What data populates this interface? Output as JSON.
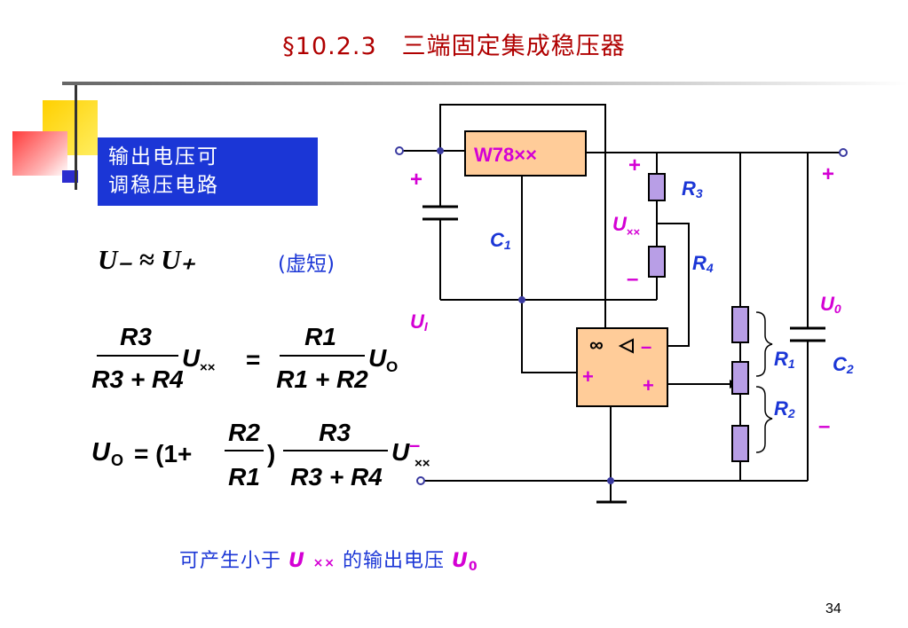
{
  "title": "§10.2.3　三端固定集成稳压器",
  "section_box": {
    "line1": "输出电压可",
    "line2": "调稳压电路"
  },
  "equation1": {
    "text": "U₋ ≈ U₊",
    "note": "(虚短)"
  },
  "equation2": {
    "lhs_num": "R3",
    "lhs_den": "R3 + R4",
    "lhs_sym": "U",
    "lhs_sub": "××",
    "rhs_num": "R1",
    "rhs_den": "R1 + R2",
    "rhs_sym": "U",
    "rhs_sub": "O"
  },
  "equation3": {
    "lhs": "U",
    "lhs_sub": "O",
    "open": "= (1+",
    "frac1_num": "R2",
    "frac1_den": "R1",
    "close": ")",
    "frac2_num": "R3",
    "frac2_den": "R3 + R4",
    "tail": "U",
    "tail_sub": "××"
  },
  "circuit": {
    "regulator_label": "W78××",
    "opamp_inf": "∞",
    "opamp_minus": "–",
    "opamp_plus_left": "+",
    "opamp_plus_right": "+",
    "labels": {
      "c1": "C",
      "c1_sub": "1",
      "ui": "U",
      "ui_sub": "I",
      "r3": "R",
      "r3_sub": "3",
      "r4": "R",
      "r4_sub": "4",
      "uxx": "U",
      "uxx_sub": "××",
      "uo": "U",
      "uo_sub": "0",
      "r1": "R",
      "r1_sub": "1",
      "r2": "R",
      "r2_sub": "2",
      "c2": "C",
      "c2_sub": "2",
      "plus_left": "+",
      "plus_mid": "+",
      "minus_mid": "–",
      "plus_right": "+",
      "minus_right": "–",
      "minus_eq": "–"
    }
  },
  "bottom_note": {
    "part1": "可产生小于",
    "sym": "U",
    "sub": "××",
    "part2": "的输出电压",
    "sym2": "U",
    "sub2": "0"
  },
  "page_number": "34",
  "colors": {
    "title": "#b00000",
    "box": "#1b36d6",
    "wire": "#000000",
    "label_blue": "#1b36d6",
    "label_magenta": "#d400d4",
    "resistor": "#b89ee6",
    "component_fill": "#ffcc99",
    "node": "#3a3aa0"
  }
}
